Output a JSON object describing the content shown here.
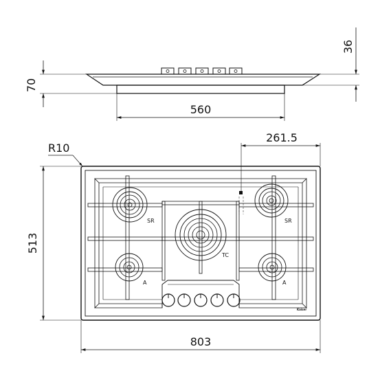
{
  "dimensions": {
    "top_thickness": "36",
    "total_height": "70",
    "cutout_width": "560",
    "radius": "R10",
    "knob_offset": "261.5",
    "depth": "513",
    "width": "803"
  },
  "burner_labels": {
    "top_left": "SR",
    "top_right": "SR",
    "center": "TC",
    "bottom_left": "A",
    "bottom_right": "A"
  },
  "brand": "Kaiser"
}
